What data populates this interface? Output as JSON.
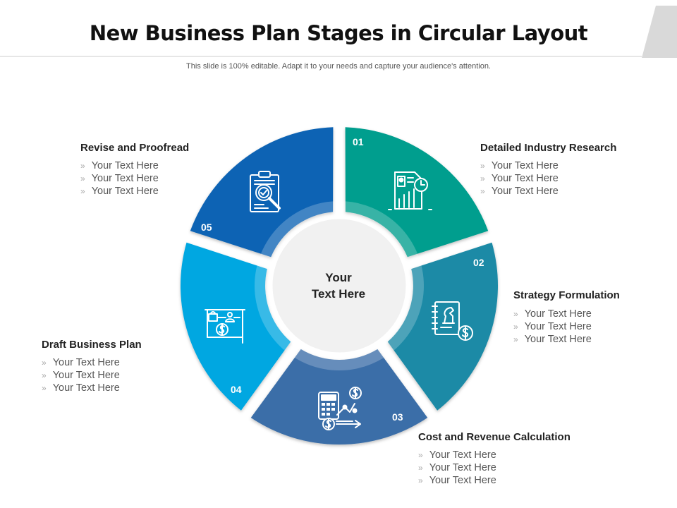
{
  "title": "New Business Plan Stages in Circular Layout",
  "subtitle": "This slide is 100% editable. Adapt it to your needs and capture your audience's attention.",
  "center": {
    "line1": "Your",
    "line2": "Text Here"
  },
  "colors": {
    "stage1": "#009e8e",
    "stage2": "#1a8aa6",
    "stage3": "#3a6ea8",
    "stage4": "#00a7e1",
    "stage5": "#0a63b4"
  },
  "stages": [
    {
      "number": "01",
      "label": "Detailed Industry  Research",
      "icon": "report-chart-icon",
      "bullets": [
        "Your Text Here",
        "Your Text Here",
        "Your Text Here"
      ]
    },
    {
      "number": "02",
      "label": "Strategy Formulation",
      "icon": "strategy-notebook-icon",
      "bullets": [
        "Your Text Here",
        "Your Text Here",
        "Your Text Here"
      ]
    },
    {
      "number": "03",
      "label": "Cost  and Revenue Calculation",
      "icon": "calculator-dollar-icon",
      "bullets": [
        "Your Text Here",
        "Your Text Here",
        "Your Text Here"
      ]
    },
    {
      "number": "04",
      "label": "Draft Business Plan",
      "icon": "business-board-icon",
      "bullets": [
        "Your Text Here",
        "Your Text Here",
        "Your Text Here"
      ]
    },
    {
      "number": "05",
      "label": "Revise and Proofread",
      "icon": "clipboard-check-icon",
      "bullets": [
        "Your Text Here",
        "Your Text Here",
        "Your Text Here"
      ]
    }
  ]
}
